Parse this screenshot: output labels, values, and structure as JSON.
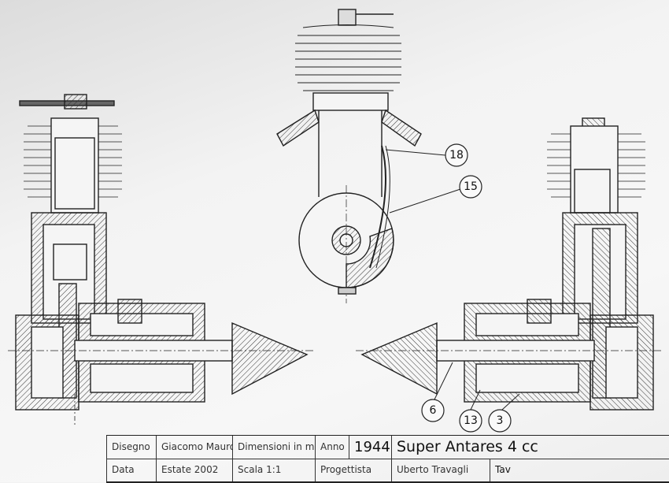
{
  "drawing": {
    "callouts": [
      {
        "id": "18",
        "label": "18"
      },
      {
        "id": "15",
        "label": "15"
      },
      {
        "id": "6",
        "label": "6"
      },
      {
        "id": "13",
        "label": "13"
      },
      {
        "id": "3",
        "label": "3"
      }
    ]
  },
  "title_block": {
    "row1": {
      "disegno_label": "Disegno",
      "disegno_value": "Giacomo Mauro",
      "dimensioni": "Dimensioni in mm",
      "anno_label": "Anno",
      "anno_value": "1944",
      "title": "Super Antares 4 cc"
    },
    "row2": {
      "data_label": "Data",
      "data_value": "Estate 2002",
      "scala": "Scala 1:1",
      "progettista_label": "Progettista",
      "progettista_value": "Uberto Travagli",
      "tavola": "Tav"
    }
  }
}
